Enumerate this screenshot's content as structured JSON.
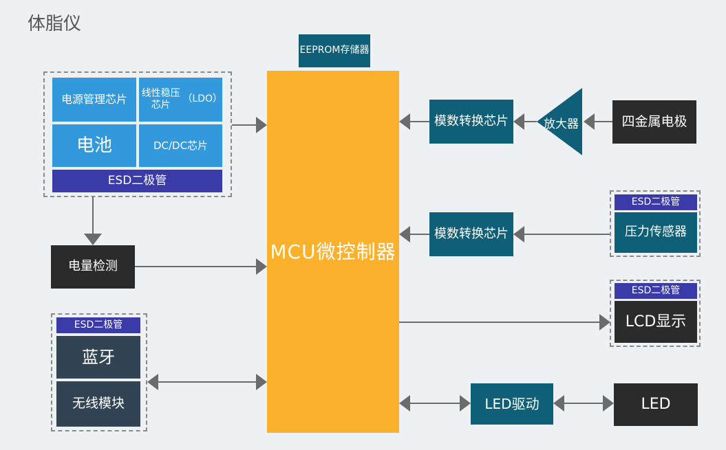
{
  "title": "体脂仪",
  "eeprom": {
    "line1": "EEPROM",
    "line2": "存储器"
  },
  "mcu": {
    "line1": "MCU",
    "line2": "微控制器"
  },
  "power_group": {
    "pmic": "电源管理芯片",
    "ldo_line1": "线性稳压芯片",
    "ldo_line2": "（LDO）",
    "battery": "电池",
    "dcdc_line1": "DC/DC",
    "dcdc_line2": "芯片",
    "esd": "ESD二极管"
  },
  "battery_monitor": "电量检测",
  "wireless_group": {
    "esd": "ESD二极管",
    "bluetooth": "蓝牙",
    "module": "无线模块"
  },
  "adc_top": {
    "line1": "模数转换",
    "line2": "芯片"
  },
  "adc_mid": {
    "line1": "模数转换",
    "line2": "芯片"
  },
  "amplifier": "放大器",
  "electrode": "四金属电极",
  "pressure_group": {
    "esd": "ESD二极管",
    "sensor": "压力传感器"
  },
  "lcd_group": {
    "esd": "ESD二极管",
    "display": "LCD显示"
  },
  "led_driver": "LED驱动",
  "led": "LED",
  "colors": {
    "background": "#eef1f4",
    "mcu": "#fbb12c",
    "adc": "#0f5f78",
    "power_blocks": "#3399dd",
    "esd": "#3a3aa8",
    "dark_blocks": "#2b2b2b",
    "arrows": "#6b6b6b"
  }
}
